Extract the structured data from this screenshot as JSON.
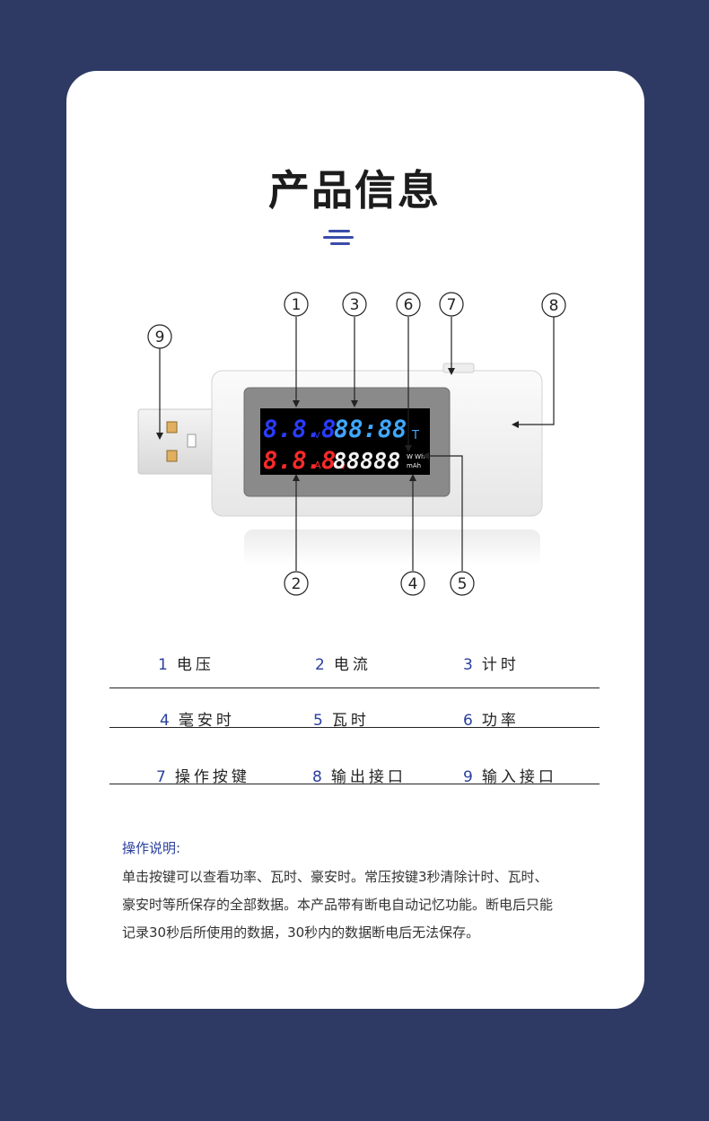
{
  "page": {
    "title": "产品信息"
  },
  "display": {
    "voltage_value": "8.8.8.",
    "voltage_unit": "V",
    "timer_value": "88:88",
    "timer_unit": "T",
    "current_value": "8.8.8.",
    "current_unit": "A",
    "energy_value": "88888",
    "energy_unit_top": "W Wh",
    "energy_unit_bottom": "mAh"
  },
  "callouts": [
    "1",
    "2",
    "3",
    "4",
    "5",
    "6",
    "7",
    "8",
    "9"
  ],
  "legend": [
    [
      {
        "num": "1",
        "label": "电压"
      },
      {
        "num": "2",
        "label": "电流"
      },
      {
        "num": "3",
        "label": "计时"
      }
    ],
    [
      {
        "num": "4",
        "label": "毫安时"
      },
      {
        "num": "5",
        "label": "瓦时"
      },
      {
        "num": "6",
        "label": "功率"
      }
    ],
    [
      {
        "num": "7",
        "label": "操作按键"
      },
      {
        "num": "8",
        "label": "输出接口"
      },
      {
        "num": "9",
        "label": "输入接口"
      }
    ]
  ],
  "instructions": {
    "title": "操作说明:",
    "line1": "单击按键可以查看功率、瓦时、豪安时。常压按键3秒清除计时、瓦时、",
    "line2": "豪安时等所保存的全部数据。本产品带有断电自动记忆功能。断电后只能",
    "line3": "记录30秒后所使用的数据，30秒内的数据断电后无法保存。"
  },
  "colors": {
    "background": "#2e3a64",
    "card": "#ffffff",
    "accent": "#2a3f9c",
    "lcd_blue_dark": "#2a3cff",
    "lcd_blue_light": "#3fa8ff",
    "lcd_red": "#ff2a2a",
    "lcd_white": "#f2f2f2"
  }
}
